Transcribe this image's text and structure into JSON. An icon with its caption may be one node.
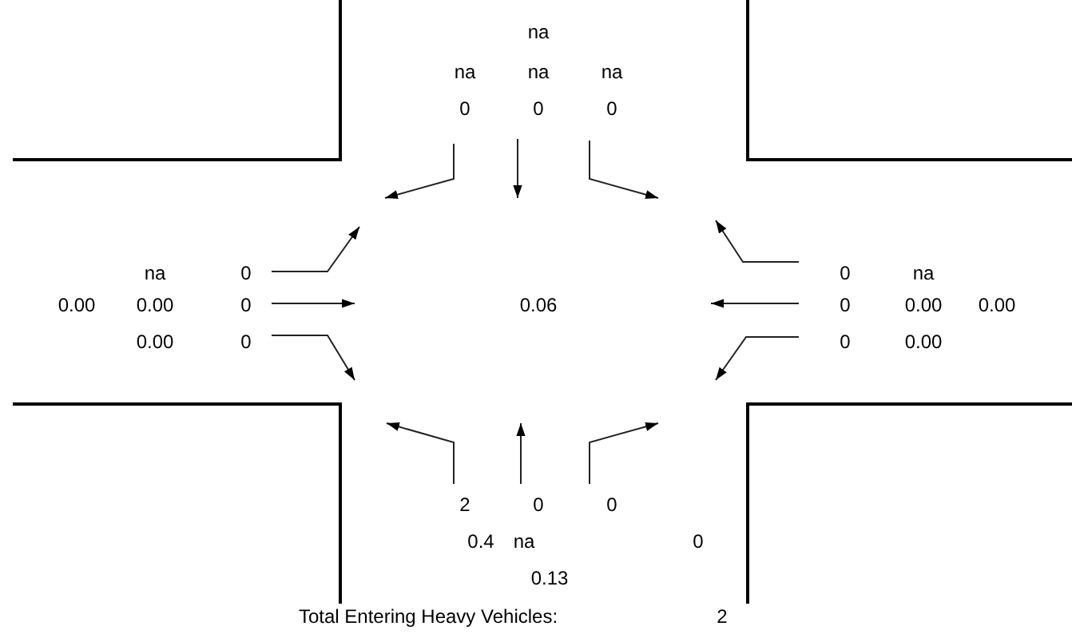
{
  "diagram": {
    "labels": [
      "na",
      "na",
      "na",
      "na",
      "0",
      "0",
      "0",
      "na",
      "0",
      "0",
      "na",
      "0.00",
      "0.00",
      "0",
      "0.06",
      "0",
      "0.00",
      "0.00",
      "0.00",
      "0",
      "0",
      "0.00",
      "2",
      "0",
      "0",
      "0.4",
      "na",
      "0",
      "0.13",
      "Total Entering Heavy Vehicles:",
      "2"
    ]
  }
}
